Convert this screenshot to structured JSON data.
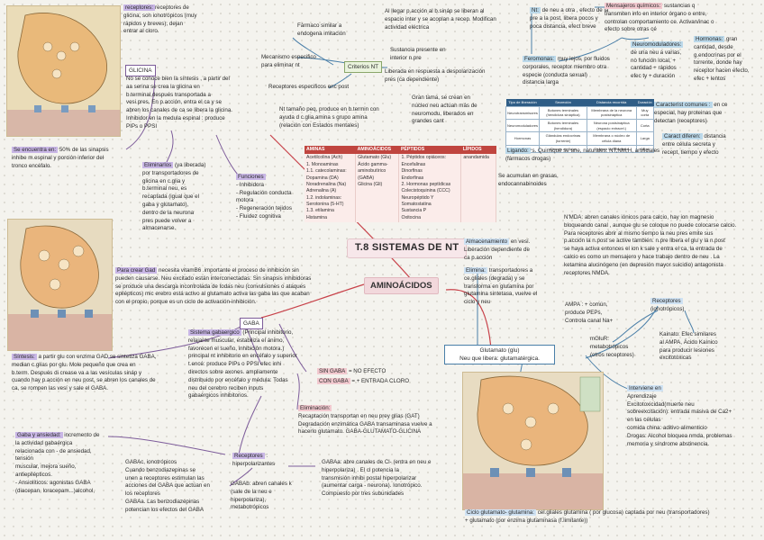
{
  "title": "T.8 SISTEMAS DE NT",
  "aminoacidos": "AMINOÁCIDOS",
  "glicina": {
    "receptores_lbl": "receptores:",
    "receptores_txt": "receptores de\nglicina, son ionotrópicos (muy\nrápidos y breves), dejan\nentrar al cloro.",
    "box": "GLICINA",
    "main": "No se conoce bien la síntesis , a partir del\naa serina se crea la glicina en\nb.terminal,después transportada a\nvesi.pres. En p.acción, entra el ca y se\nabren los canales de ca se libera la glicina.\nInhibidor en la medula espinal : produce\nPIPs o PPSI",
    "se_encuentra_lbl": "Se encuentra en:",
    "se_encuentra_txt": " 50% de las sinapsis\ninhibe m.espinal y porción inferior del\ntronco encéfalo.",
    "eliminar_lbl": "Eliminarlos",
    "eliminar_txt": " (ya liberada)\npor transportadores de\nglicina en c.glia y\nb.terminal neu, es\nrecaptada (igual que el\ngaba y glutamato),\ndentro de la neurona\npres puede volver a\nalmacenarse.",
    "funciones_lbl": "Funciones",
    "funciones_items": "- Inhibidora\n- Regulación conducta\nmotora\n- Regeneración tejidos\n- Fluidez cognitiva"
  },
  "criterios": {
    "box": "Criterios NT",
    "farmaco": "Fármaco similar a\nendogena imitación",
    "mecanismo": "Mecanismo especifico\npara eliminar nt",
    "receptores": "Receptores especificos enc post",
    "llegar": "Al llegar p.acción al b.sináp se liberan al\nespacio inter y se acoplan a recep. Modifican\nactividad eléctrica",
    "sustancia": "Sustancia presente en\ninterior n.pre",
    "liberada": "Liberada en respuesta a despolarización\npres (ca dependiente)",
    "gran": "Gran tama, se crean en\nnúcleo neu actúan más de\nneuromodu, liberados en\ngrandes cant",
    "nt_tamano": "Nt tamaño peq, produce en b.termin con\nayuda d c.glia,amina s grupo amina\n(relación con Estados mentales)"
  },
  "nt_table": {
    "headers": [
      "AMINAS",
      "AMINOÁCIDOS",
      "PÉPTIDOS",
      "LÍPIDOS"
    ],
    "cols": [
      "Acetilcolina (Ach)\n1. Monoaminas\n1.1. catecolaminas:\nDopamina (DA)\nNoradrenalina (Na)\nAdrenalina (A)\n1.2. indolaminas:\nSerotonina (5-HT)\n1.3. etilamina\nHistamina",
      "Glutamato (Glu)\nÁcido gamma-\naminobutírico\n(GABA)\nGlicina (Gli)",
      "1. Péptidos opiáceos:\nEncefalinas\nDinorfinas\nEndorfinas\n2. Hormonas peptídicas\nColecistoquinina (CCC)\nNeuropéptido Y\nSomatostatina\nSustancia P\nOxitocina",
      "anandamida"
    ]
  },
  "neuromod": {
    "nt_lbl": "Nt:",
    "nt_txt": " de neu a otra , efecto de la\npre a la post, libera pocos y\npoca distancia, efect breve",
    "mensajeros_lbl": "Mensajeros químicos:",
    "mensajeros_txt": " sustancias q\ntransmiten info en interior órgano o entre,\ncontrolan comportamiento ce. Activan/inac o\nefecto sobre otras cé",
    "neuromod_lbl": "Neuromoduladores:",
    "neuromod_txt": "\nde una neu a varias,\nno función local, +\ncantidad + rápidos\nefec ty + duración",
    "hormonas_lbl": "Hormonas:",
    "hormonas_txt": " gran\ncantidad, desde\ng.endocrinas por el\ntorrente, donde hay\nreceptor hacen efecto,\nefec + lentos",
    "feromonas_lbl": "Feromonas:",
    "feromonas_txt": " muy lejos, por fluidos\ncorporales, receptor miembro otra\nespecie (conducta sexual)\ndistancia larga",
    "caract_lbl": "Característ comunes :",
    "caract_txt": " en ce\nespecial, hay proteinas que\ndetectan (receptores)",
    "caractdif_lbl": "Caract diferen:",
    "caractdif_txt": " distancia\nentre célula secreta y\nrecept, tiempo y efecto",
    "ligando_lbl": "Ligando:",
    "ligando_txt": " s. Quimique se une, naturales: NT,NM,H, artificiales\n(fármacos drogas)",
    "secumulan": "Se acumulan en grasas,\nendocannabinoides"
  },
  "lig_table": {
    "headers": [
      "Tipo de liberación",
      "Secreción",
      "Distancia recorrida",
      "Duración"
    ],
    "rows": [
      [
        "Neurotransmisores",
        "Botones terminales (hendidura sináptica)",
        "Membrana de la neurona postsináptica",
        "Muy corta"
      ],
      [
        "Neuromoduladores",
        "Botones terminales (hendidura)",
        "Neurona postsináptica (espacio extracel.)",
        "Corta"
      ],
      [
        "Hormonas",
        "Glándulas endocrinas (torrente)",
        "Membrana o núcleo de célula diana",
        "Larga"
      ],
      [
        "Feromonas",
        "A través de flujos",
        "Sistema Vomeronasal",
        "Larga"
      ]
    ]
  },
  "gaba": {
    "para_crear_lbl": "Para crear Gad",
    "para_crear_txt": " necesita vitamB6 .importante el proceso de inhibición sin\npueden causarse. Neu excitado están interconectadas: Sin sinapsis inhibidoras\nse produce una descarga incontrolada de todas neu (convulsiones o ataques\nepilépticos) mic erebro está activo al glutamato activa las gaba las que acaban\ncon el propio, porque es un ciclo de activación-inhibición.",
    "box": "GABA",
    "sistema_lbl": "Sistema gabaergico",
    "sistema_txt": " (Principal inhibitorio,\nrelajante muscular, estabiliza el ánimo,\nfavorecen el sueño, inhibición motora.)\nprincipal nt inhibitorio en encéfalo y superior\nt.encé: produce PIPs o PPSI efec inhi\ndirectos sobre axones. ampliamente\ndistribuido por encéfalo y médula: Todas\nneu del cerebro reciben inputs\ngabaérgicos inhibitorios.",
    "sin_gaba_lbl": "SIN GABA",
    "sin_gaba_txt": " = NO EFECTO",
    "con_gaba_lbl": "CON GABA",
    "con_gaba_txt": " = + ENTRADA CLORO",
    "eliminacion_lbl": "Eliminación:",
    "eliminacion_txt": "\nRecaptación transportan en neu prey glías (GAT)\nDegradación enzimática GABA transaminasa vuelve a\nhacerlo glutamato. GABA-GLUTAMATO-GLICINA",
    "sintesis_lbl": "Síntesis:",
    "sintesis_txt": " a partir glu con enzima GAD se sintetiza GABA,\nmedian c.glías por glu. Mole pequeño que crea en\nb.term. Después di crease va a las vesículas sináp y\ncuando hay p.acción en neu post, se abren los canales de\nca, se rompen las vesí y sale el GABA.",
    "gaba_ansiedad_lbl": "Gaba y ansiedad:",
    "gaba_ansiedad_txt": " incremento de\nla actividad gabaérgica\nrelacionada con - de ansiedad,\ntensión\nmuscular, mejora sueño,\nantiepilépticos.\n- Ansiolíticos: agonistas GABA\n(diacepan, loracepam...)alcohol,",
    "receptores_lbl": "Receptores",
    "receptores_txt": " :\nhiperpolarizantes",
    "gabac": "GABAc, ionotrópicos\nCuando benzodiazepinas se\nunen a receptores estimulan las\nacciones del GABA que actúan en\nlos receptores\nGABAa. Las benzodiazepinas\npotencian los efectos del GABA",
    "gabab": "GABAb: abren canales k\n(sale de la neu e\nhiperpolariza),\nmetabotrópicos",
    "gabaa": "GABAa: abre canales de Cl- (entra en neu e\nhiperpolariza) . El cl potencia la\ntransmisión inhibi postal hiperpolarizar\n(aumentar carga - neurona). Ionotrópico.\nCompuesto por tres subunidades"
  },
  "glutamato": {
    "almacenamiento_lbl": "Almacenamiento",
    "almacenamiento_txt": " en vesí.\nLiberación dependiente de\nca p.acción",
    "elimina_lbl": "Elimina:",
    "elimina_txt": " transportadores a\nce.gliales (degrada) y se\ntransforma en glutamina por\nglutamina sintetasa, vuelve el\nciclo y neu",
    "box": "Glutamato (glu)\nNeu que libera: glutamatérgica.",
    "nmda": "N'MDA: abren canales iónicos para calcio, hay ion magnesio\nbloqueando canal , aunque glu se coloque no puede colocarse calcio.\nPara receptores abrir al mismo tiempo la neu pres emite sus\np.acción la n.post se active también. n.pre libera el glu y la n.post\nse haya activa entonces el ion k sale y entra el ca, la entrada de\ncalcio es como un mensajero y hace trabajo dentro de neu . La\nketamina alucinógeno (en depresión mayor suicidio) antagonista\nreceptores NMDA.",
    "receptores_lbl": "Receptores",
    "receptores_txt": "\n(ionotrópicos)",
    "ampa": "AMPA : + común,\nproduce PEPs,\nControla canal Na+",
    "kainato": "Kainato: Efec similares\nal AMPA, Ácido Kaínico\npara producir lesiones\nexcitotóxicas",
    "mglur": "mGluR:\nmetabotrópicos\n(otros receptores)",
    "interviene_lbl": "Interviene en",
    "interviene_txt": "\nAprendizaje\nExcitotoxicidad(muerte neu\nsobreexcitación): entrada masiva de Ca2+\nen las células\ncomida china: aditivo alimenticio\nDrogas: Alcohol bloquea nmda, problemas\nmemoria y síndrome abstinencia.",
    "ciclo_lbl": "Ciclo glutamato- glutamina:",
    "ciclo_txt": " cel.gliales glutamina ( por glucosa) captada por neu (transportadores)\n+ glutamato (por enzima glutaminasa (f.limitante))"
  },
  "colors": {
    "accent_line": "#c8424a",
    "purple_line": "#7d5c9a",
    "blue_line": "#4a7fa8"
  }
}
